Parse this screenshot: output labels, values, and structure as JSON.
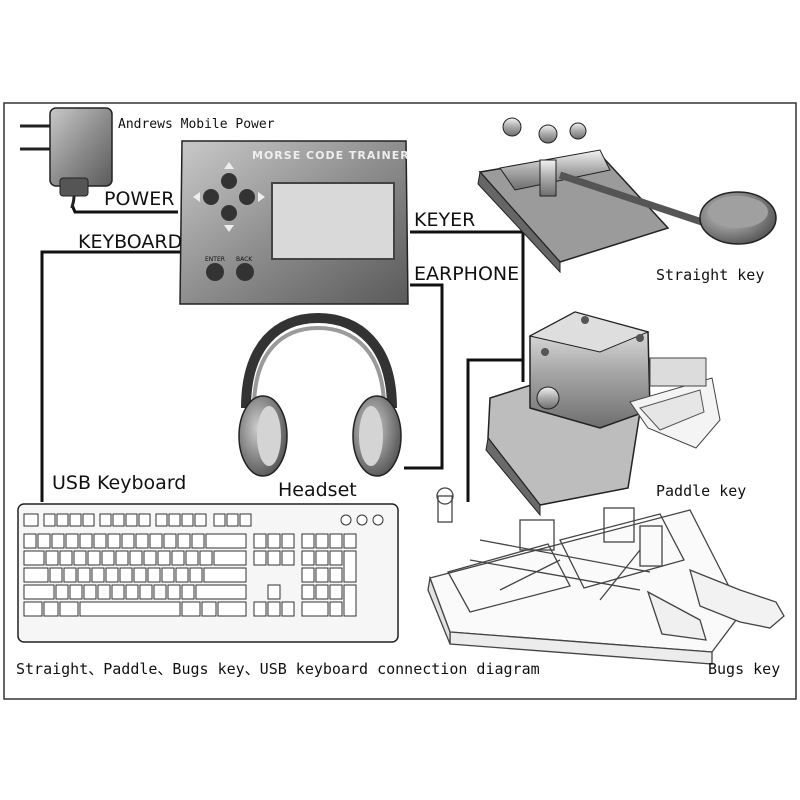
{
  "labels": {
    "power_supply": "Andrews Mobile Power",
    "power": "POWER",
    "keyboard_port": "KEYBOARD",
    "keyer": "KEYER",
    "earphone": "EARPHONE",
    "trainer_title": "MORSE CODE TRAINER",
    "enter": "ENTER",
    "back": "BACK",
    "straight_key": "Straight key",
    "paddle_key": "Paddle key",
    "bugs_key": "Bugs key",
    "headset": "Headset",
    "usb_keyboard": "USB Keyboard",
    "caption": "Straight、Paddle、Bugs key、USB keyboard connection diagram"
  },
  "colors": {
    "line": "#111111",
    "device_body": "#9a9a9a",
    "screen": "#d9d9d9",
    "frame": "#333333"
  }
}
